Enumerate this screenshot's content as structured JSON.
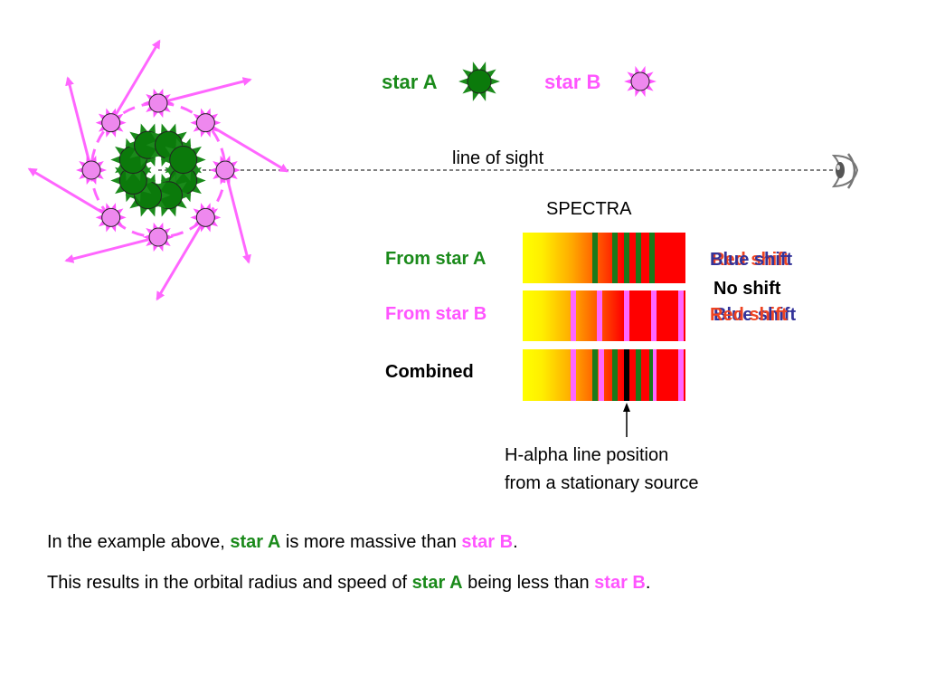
{
  "colors": {
    "star_a": "#1a8a1a",
    "star_a_fill": "#0b7a0b",
    "star_b": "#ff55ff",
    "star_b_fill": "#ee88ee",
    "arrow": "#ff66ff",
    "blue_shift": "#333399",
    "red_shift": "#ee4422",
    "halpha": "#000000"
  },
  "legend": {
    "star_a": "star A",
    "star_b": "star B"
  },
  "line_of_sight": "line of sight",
  "spectra_title": "SPECTRA",
  "rows": [
    {
      "label": "From star A",
      "shift_under": "Red shift",
      "shift_over": "Blue shift"
    },
    {
      "label": "From star B",
      "shift_under": "Blue shift",
      "shift_over": "Red shift"
    },
    {
      "label": "Combined"
    }
  ],
  "no_shift": "No shift",
  "halpha_note": {
    "line1": "H-alpha line position",
    "line2": "from a stationary source"
  },
  "sentence1": {
    "pre": "In the example above, ",
    "a": "star A",
    "mid": " is more massive than ",
    "b": "star B",
    "post": "."
  },
  "sentence2": {
    "pre": "This results in the orbital radius and speed of ",
    "a": "star A",
    "mid": " being less than ",
    "b": "star B",
    "post": "."
  }
}
